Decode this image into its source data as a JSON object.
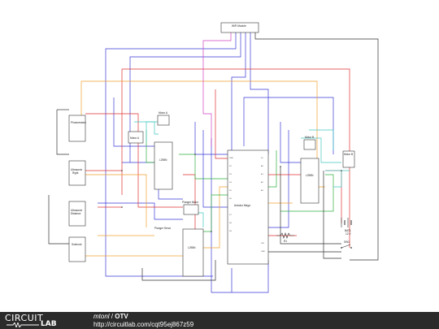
{
  "components": {
    "wifi_module": "WiFi Module",
    "photoresistor": "Photoresistor",
    "ultrasonic_right": "Ultrasonic\nRight",
    "ultrasonic_distance": "Ultrasonic\nDistance",
    "solenoid": "Solenoid",
    "motor_a_top": "Motor A",
    "motor_a_left": "Motor A",
    "l298n_left": "L298N",
    "arduino": "Arduino Mega",
    "plunger_motor": "Plunger Motor",
    "plunger_servo": "Plunger Servo",
    "l298n_bottom": "L298N",
    "motor_b_top": "Motor B",
    "motor_b_right": "Motor B",
    "l298n_right": "L298N",
    "resistor": "R1",
    "battery": "BAT1\n12 V",
    "switch": "SW1"
  },
  "footer": {
    "logo_top": "CIRCUIT",
    "logo_bottom": "LAB",
    "author": "mtonl",
    "separator": "/",
    "title": "OTV",
    "url": "http://circuitlab.com/cqt95ej867z59"
  },
  "colors": {
    "blue": "#3a3ad8",
    "red": "#e03030",
    "orange": "#f0a030",
    "green": "#30b040",
    "cyan": "#40c8c0",
    "magenta": "#d040c0",
    "black": "#333333"
  }
}
